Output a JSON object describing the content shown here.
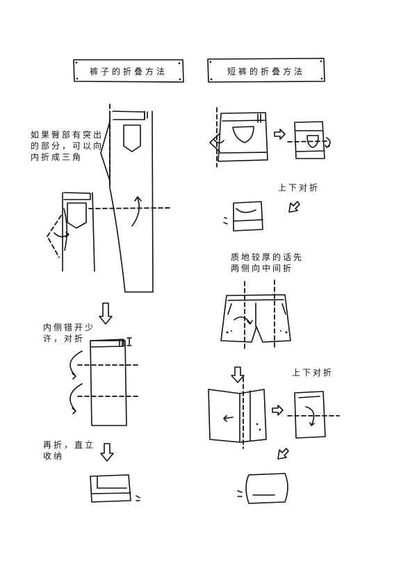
{
  "pants_section": {
    "title": "裤子的折叠方法",
    "note_hip": [
      "如果臀部有突出",
      "的部分，可以向",
      "内折成三角"
    ],
    "note_fold": [
      "内侧错开少",
      "许，对折"
    ],
    "note_store": [
      "再折，直立",
      "收纳"
    ]
  },
  "shorts_section": {
    "title": "短裤的折叠方法",
    "note_half_1": "上下对折",
    "note_thick": [
      "质地较厚的话先",
      "两侧向中间折"
    ],
    "note_half_2": "上下对折"
  }
}
